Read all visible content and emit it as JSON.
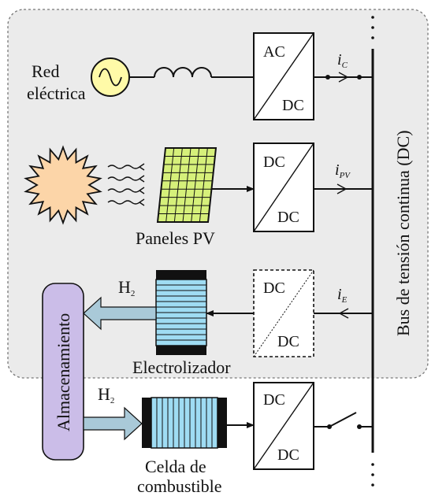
{
  "grid": {
    "label_line1": "Red",
    "label_line2": "eléctrica"
  },
  "converters": {
    "grid": {
      "top": "AC",
      "bottom": "DC"
    },
    "pv": {
      "top": "DC",
      "bottom": "DC"
    },
    "electrolyzer": {
      "top": "DC",
      "bottom": "DC"
    },
    "fuel_cell": {
      "top": "DC",
      "bottom": "DC"
    }
  },
  "currents": {
    "grid": {
      "symbol": "i",
      "sub": "C"
    },
    "pv": {
      "symbol": "i",
      "sub": "PV"
    },
    "electrolyzer": {
      "symbol": "i",
      "sub": "E"
    }
  },
  "pv": {
    "label": "Paneles PV"
  },
  "electrolyzer": {
    "label": "Electrolizador",
    "gas": "H",
    "gas_sub": "2"
  },
  "fuel_cell": {
    "label_line1": "Celda de",
    "label_line2": "combustible",
    "gas": "H",
    "gas_sub": "2"
  },
  "storage": {
    "label": "Almacenamiento"
  },
  "bus": {
    "label": "Bus de tensión continua (DC)"
  },
  "colors": {
    "grid_source_fill": "#fffaa8",
    "sun_fill": "#fcd5a8",
    "pv_fill": "#d6f07a",
    "stack_fill": "#9fdcf3",
    "storage_fill": "#cbbde8",
    "arrow_fill": "#a9c9d8",
    "region_fill": "#ebebeb"
  }
}
